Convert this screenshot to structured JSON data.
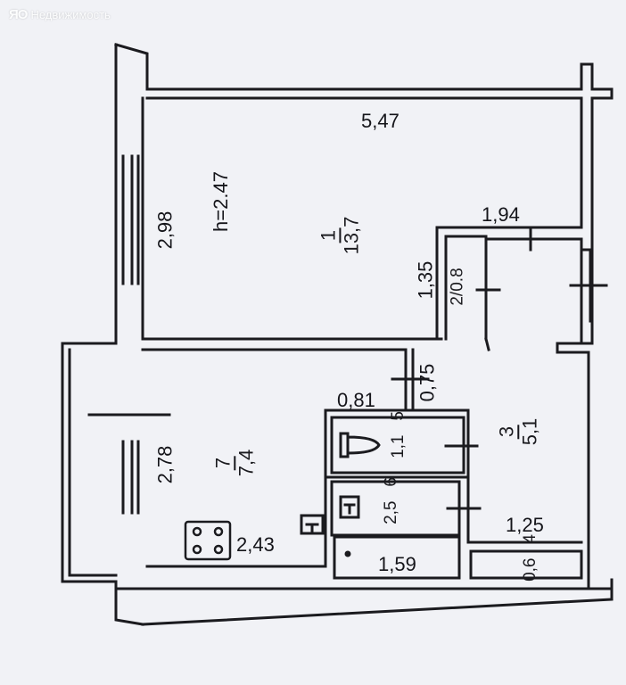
{
  "watermark": {
    "logo": "ЯО",
    "text": "Недвижимость"
  },
  "ceiling_height": "h=2.47",
  "rooms": [
    {
      "id": "1",
      "number": "1",
      "area": "13,7"
    },
    {
      "id": "2",
      "number": "2",
      "area": "0.8"
    },
    {
      "id": "3",
      "number": "3",
      "area": "5,1"
    },
    {
      "id": "4",
      "number": "4",
      "area": "0,6"
    },
    {
      "id": "5",
      "number": "5",
      "area": "1,1"
    },
    {
      "id": "6",
      "number": "6",
      "area": "2,5"
    },
    {
      "id": "7",
      "number": "7",
      "area": "7,4"
    }
  ],
  "dimensions": {
    "room1_width": "5,47",
    "room1_depth": "2,98",
    "corridor_width": "1,94",
    "corridor_offset": "1,35",
    "passage_width": "0,75",
    "bath_offset": "0,81",
    "kitchen_depth": "2,78",
    "kitchen_width": "2,43",
    "bath_width": "1,59",
    "closet_width": "1,25"
  },
  "colors": {
    "ink": "#1b1b1f",
    "paper": "#f1f2f6",
    "wall_fill": "#e9eaef"
  }
}
